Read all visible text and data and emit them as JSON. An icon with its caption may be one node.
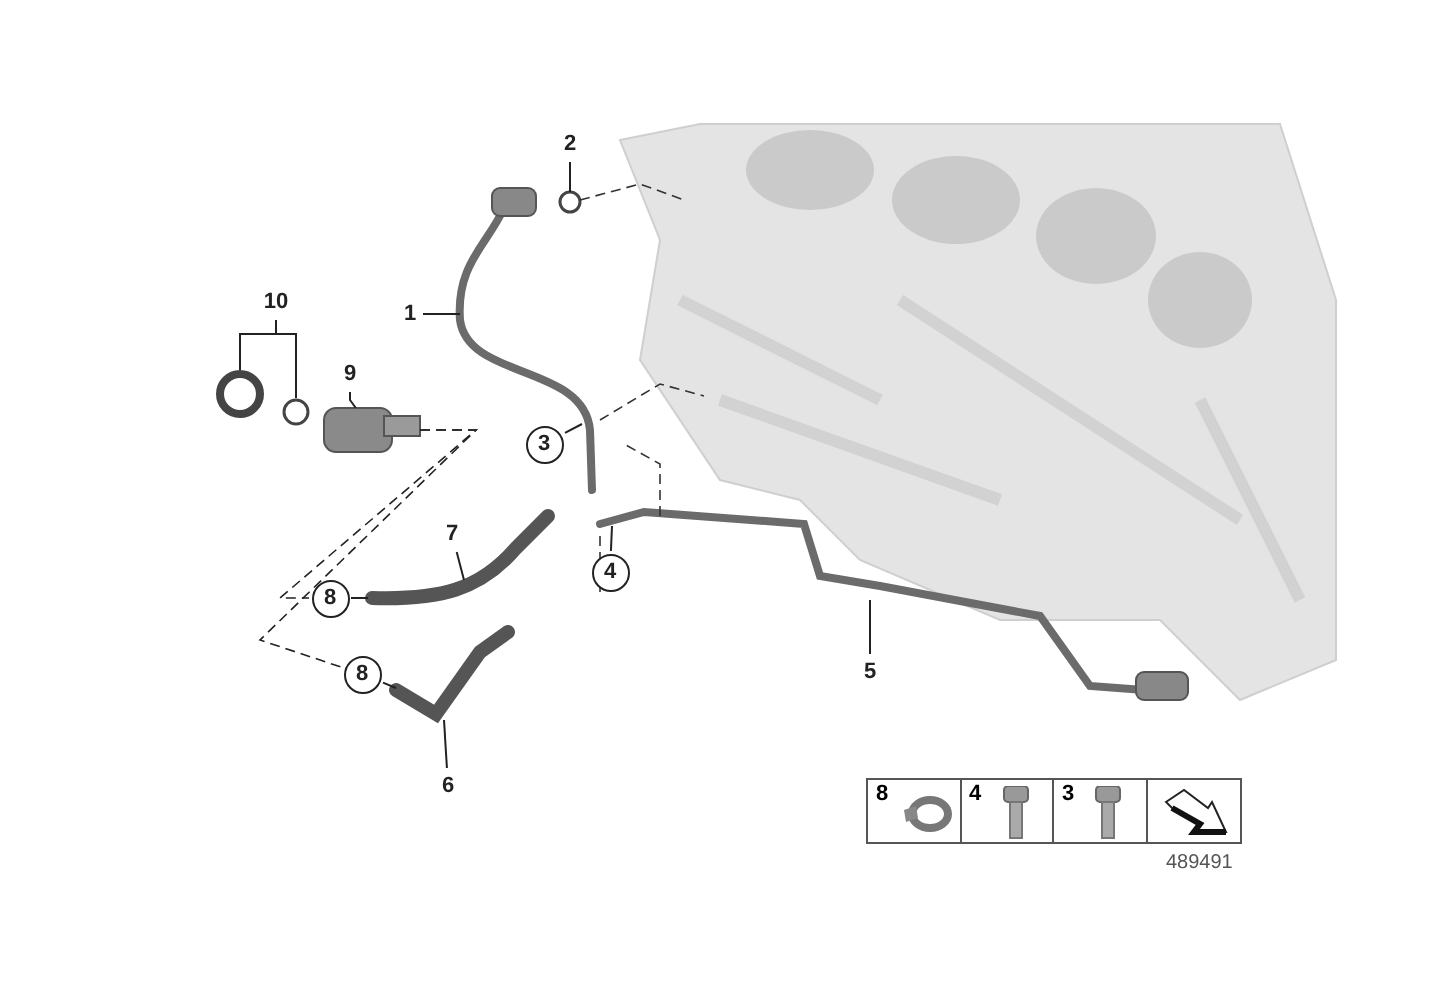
{
  "diagram": {
    "nodes": [
      {
        "text": [
          "2"
        ]
      },
      {
        "text": [
          "1"
        ]
      },
      {
        "text": [
          "10"
        ]
      },
      {
        "text": [
          "9"
        ]
      },
      {
        "text": [
          "3"
        ]
      },
      {
        "text": [
          "7"
        ]
      },
      {
        "text": [
          "4"
        ]
      },
      {
        "text": [
          "8"
        ]
      },
      {
        "text": [
          "5"
        ]
      },
      {
        "text": [
          "8"
        ]
      },
      {
        "text": [
          "6"
        ]
      },
      {
        "text": [],
        "shape": "circle"
      },
      {
        "text": [],
        "shape": "circle"
      },
      {
        "text": [],
        "shape": "box"
      }
    ],
    "edges": [
      {
        "from": 0,
        "to": null,
        "arrow": "none"
      },
      {
        "from": 1,
        "to": null,
        "arrow": "none"
      },
      {
        "from": 2,
        "to": 11,
        "arrow": "none"
      },
      {
        "from": 2,
        "to": 12,
        "arrow": "none"
      },
      {
        "from": 3,
        "to": 13,
        "arrow": "none"
      },
      {
        "from": 4,
        "to": null,
        "arrow": "none"
      },
      {
        "from": 5,
        "to": null,
        "arrow": "none"
      },
      {
        "from": 6,
        "to": null,
        "arrow": "none"
      },
      {
        "from": 7,
        "to": null,
        "arrow": "none"
      },
      {
        "from": 8,
        "to": null,
        "arrow": "none"
      },
      {
        "from": 9,
        "to": null,
        "arrow": "none"
      },
      {
        "from": 10,
        "to": null,
        "arrow": "none"
      },
      {
        "from": 13,
        "to": 7,
        "arrow": "none",
        "style": "dashed"
      },
      {
        "from": 13,
        "to": 9,
        "arrow": "none",
        "style": "dashed"
      }
    ],
    "labels": [
      "8",
      "4",
      "3",
      "489491"
    ]
  }
}
